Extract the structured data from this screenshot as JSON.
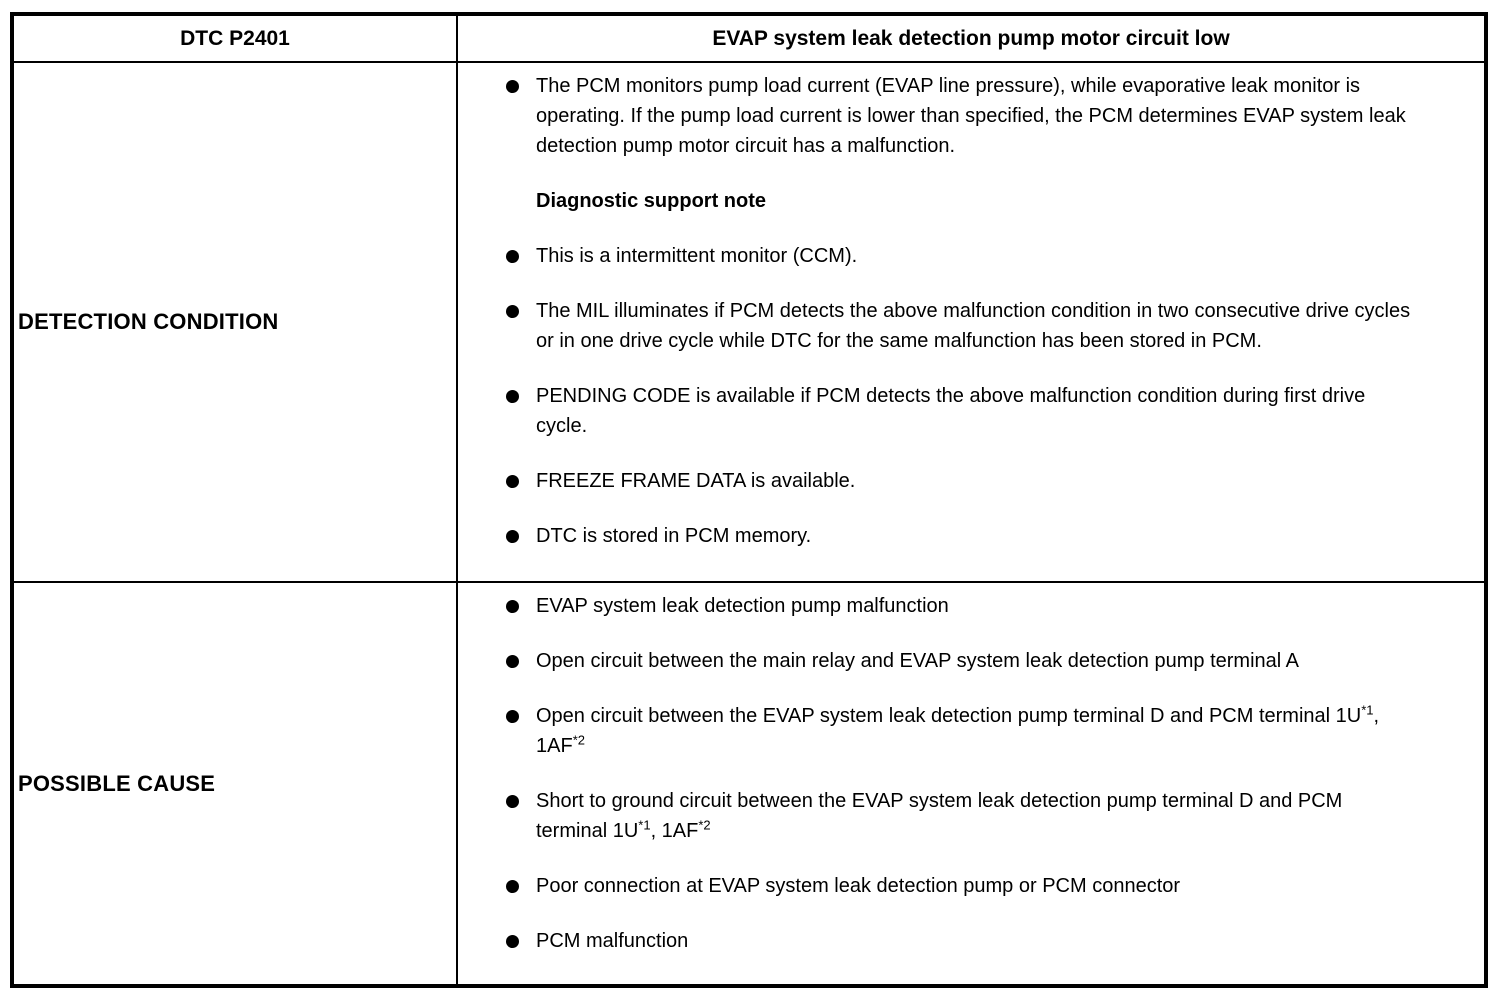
{
  "table": {
    "header": {
      "dtc_code": "DTC P2401",
      "title": "EVAP system leak detection pump motor circuit low"
    },
    "rows": [
      {
        "label": "DETECTION CONDITION",
        "items": [
          {
            "type": "bullet",
            "text": "The PCM monitors pump load current (EVAP line pressure), while evaporative leak monitor is operating. If the pump load current is lower than specified, the PCM determines EVAP system leak detection pump motor circuit has a malfunction."
          },
          {
            "type": "heading",
            "text": "Diagnostic support note"
          },
          {
            "type": "bullet",
            "text": "This is a intermittent monitor (CCM)."
          },
          {
            "type": "bullet",
            "text": "The MIL illuminates if PCM detects the above malfunction condition in two consecutive drive cycles or in one drive cycle while DTC for the same malfunction has been stored in PCM."
          },
          {
            "type": "bullet",
            "text": "PENDING CODE is available if PCM detects the above malfunction condition during first drive cycle."
          },
          {
            "type": "bullet",
            "text": "FREEZE FRAME DATA is available."
          },
          {
            "type": "bullet",
            "text": "DTC is stored in PCM memory."
          }
        ]
      },
      {
        "label": "POSSIBLE CAUSE",
        "items": [
          {
            "type": "bullet",
            "text": "EVAP system leak detection pump malfunction"
          },
          {
            "type": "bullet",
            "text": "Open circuit between the main relay and EVAP system leak detection pump terminal A"
          },
          {
            "type": "bullet",
            "text": "Open circuit between the EVAP system leak detection pump terminal D and PCM terminal 1U^*1^, 1AF^*2^"
          },
          {
            "type": "bullet",
            "text": "Short to ground circuit between the EVAP system leak detection pump terminal D and PCM terminal 1U^*1^, 1AF^*2^"
          },
          {
            "type": "bullet",
            "text": "Poor connection at EVAP system leak detection pump or PCM connector"
          },
          {
            "type": "bullet",
            "text": "PCM malfunction"
          }
        ]
      }
    ]
  }
}
